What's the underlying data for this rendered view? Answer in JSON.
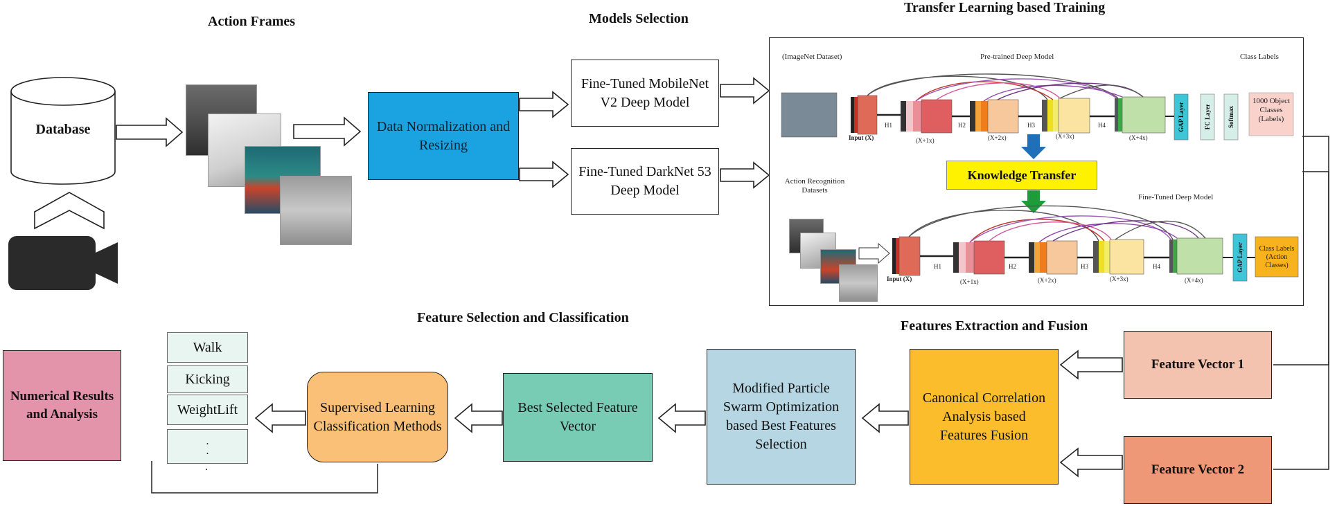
{
  "headings": {
    "action_frames": "Action Frames",
    "models_selection": "Models Selection",
    "transfer_learning": "Transfer Learning based Training",
    "feature_selection": "Feature Selection and Classification",
    "features_extraction": "Features Extraction and Fusion"
  },
  "database_label": "Database",
  "normalization_label": "Data Normalization and Resizing",
  "models": {
    "mobilenet": "Fine-Tuned MobileNet V2 Deep Model",
    "darknet": "Fine-Tuned DarkNet 53 Deep Model"
  },
  "transfer_panel": {
    "imagenet": "(ImageNet Dataset)",
    "pretrained": "Pre-trained Deep Model",
    "class_labels": "Class Labels",
    "input": "Input (X)",
    "h1": "H1",
    "h2": "H2",
    "h3": "H3",
    "h4": "H4",
    "x1": "(X+1x)",
    "x2": "(X+2x)",
    "x3": "(X+3x)",
    "x4": "(X+4x)",
    "gap": "GAP Layer",
    "fc": "FC Layer",
    "softmax": "Softmax",
    "object_classes": "1000 Object Classes (Labels)",
    "knowledge_transfer": "Knowledge Transfer",
    "action_datasets": "Action Recognition Datasets",
    "finetuned": "Fine-Tuned Deep Model",
    "action_classes": "Class Labels (Action Classes)"
  },
  "features": {
    "vector1": "Feature Vector 1",
    "vector2": "Feature Vector 2",
    "cca": "Canonical Correlation Analysis based Features Fusion"
  },
  "selection": {
    "pso": "Modified Particle Swarm Optimization based Best Features Selection",
    "best_vector": "Best Selected Feature Vector",
    "supervised": "Supervised Learning Classification Methods",
    "results": "Numerical Results and Analysis"
  },
  "class_list": {
    "walk": "Walk",
    "kicking": "Kicking",
    "weightlift": "WeightLift",
    "dot1": ".",
    "dot2": ".",
    "dot3": "."
  },
  "colors": {
    "normalization": "#1aa3e0",
    "feature_vector_1": "#f4c3b0",
    "feature_vector_2": "#ee9877",
    "cca": "#fbbd2b",
    "pso": "#b7d6e3",
    "best_vector": "#78ccb4",
    "supervised": "#fbc078",
    "results": "#e394ab",
    "knowledge_transfer": "#fff200",
    "class_list_item": "#e9f5f0"
  }
}
